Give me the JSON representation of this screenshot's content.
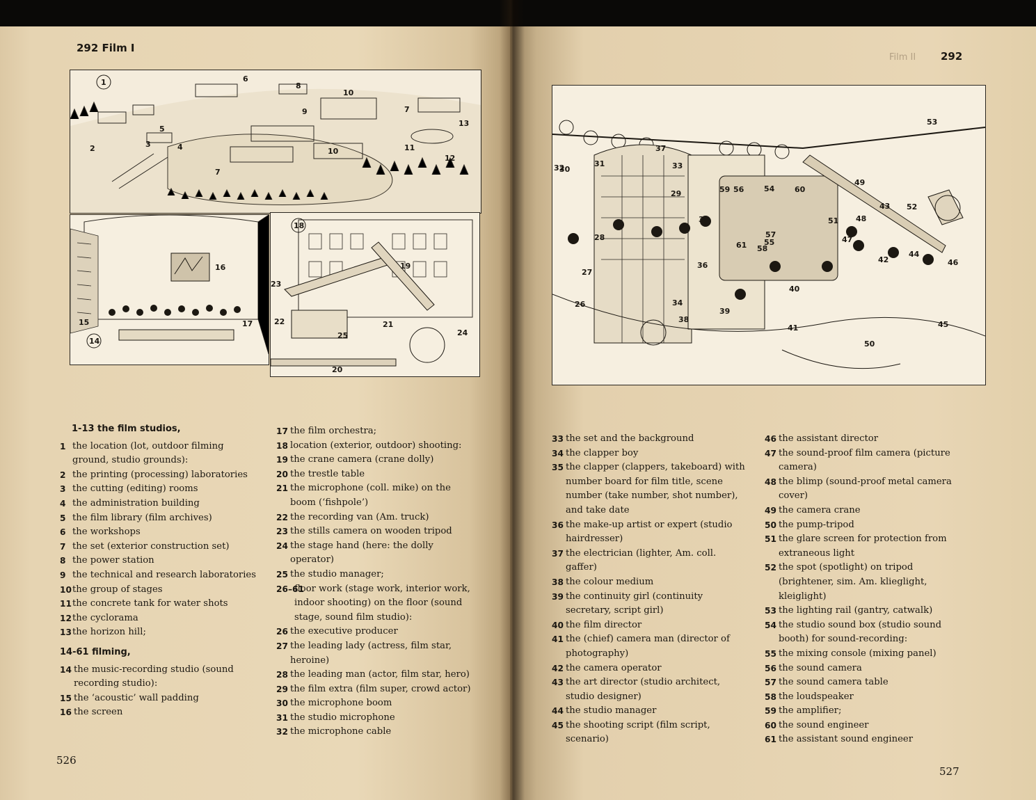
{
  "left_page": {
    "running_head": "292 Film I",
    "folio": "526",
    "callouts_top": [
      "1",
      "2",
      "3",
      "4",
      "5",
      "6",
      "7",
      "8",
      "9",
      "10",
      "10",
      "11",
      "12",
      "13",
      "7"
    ],
    "callouts_mid_left": [
      "14",
      "15",
      "16",
      "17"
    ],
    "callouts_mid_right": [
      "18",
      "19",
      "20",
      "21",
      "22",
      "23",
      "24",
      "25"
    ],
    "heading_1": "1-13 the film studios,",
    "heading_2": "14-61 filming,",
    "col1": [
      {
        "num": "1",
        "text": "the location (lot, outdoor filming ground, studio grounds):"
      },
      {
        "num": "2",
        "text": "the printing (processing) laboratories"
      },
      {
        "num": "3",
        "text": "the cutting (editing) rooms"
      },
      {
        "num": "4",
        "text": "the administration building"
      },
      {
        "num": "5",
        "text": "the film library (film archives)"
      },
      {
        "num": "6",
        "text": "the workshops"
      },
      {
        "num": "7",
        "text": "the set (exterior construction set)"
      },
      {
        "num": "8",
        "text": "the power station"
      },
      {
        "num": "9",
        "text": "the technical and research laboratories"
      },
      {
        "num": "10",
        "text": "the group of stages"
      },
      {
        "num": "11",
        "text": "the concrete tank for water shots"
      },
      {
        "num": "12",
        "text": "the cyclorama"
      },
      {
        "num": "13",
        "text": "the horizon hill;"
      }
    ],
    "col1b": [
      {
        "num": "14",
        "text": "the music-recording studio (sound recording studio):"
      },
      {
        "num": "15",
        "text": "the ‘acoustic’ wall padding"
      },
      {
        "num": "16",
        "text": "the screen"
      }
    ],
    "col2": [
      {
        "num": "17",
        "text": "the film orchestra;"
      },
      {
        "num": "18",
        "text": "location (exterior, outdoor) shooting:"
      },
      {
        "num": "19",
        "text": "the crane camera (crane dolly)"
      },
      {
        "num": "20",
        "text": "the trestle table"
      },
      {
        "num": "21",
        "text": "the microphone (coll. mike) on the boom (‘fishpole’)"
      },
      {
        "num": "22",
        "text": "the recording van (Am. truck)"
      },
      {
        "num": "23",
        "text": "the stills camera on wooden tripod"
      },
      {
        "num": "24",
        "text": "the stage hand (here: the dolly operator)"
      },
      {
        "num": "25",
        "text": "the studio manager;"
      },
      {
        "num": "26–61",
        "text": "floor work (stage work, interior work, indoor shooting) on the floor (sound stage, sound film studio):"
      },
      {
        "num": "26",
        "text": "the executive producer"
      },
      {
        "num": "27",
        "text": "the leading lady (actress, film star, heroine)"
      },
      {
        "num": "28",
        "text": "the leading man (actor, film star, hero)"
      },
      {
        "num": "29",
        "text": "the film extra (film super, crowd actor)"
      },
      {
        "num": "30",
        "text": "the microphone boom"
      },
      {
        "num": "31",
        "text": "the studio microphone"
      },
      {
        "num": "32",
        "text": "the microphone cable"
      }
    ]
  },
  "right_page": {
    "running_head": "292",
    "ghost_head": "Film II",
    "folio": "527",
    "callouts": [
      "26",
      "27",
      "28",
      "29",
      "30",
      "31",
      "32",
      "33",
      "34",
      "35",
      "36",
      "37",
      "38",
      "39",
      "40",
      "41",
      "42",
      "43",
      "44",
      "45",
      "46",
      "47",
      "48",
      "49",
      "50",
      "51",
      "52",
      "53",
      "54",
      "55",
      "56",
      "57",
      "58",
      "59",
      "60",
      "61"
    ],
    "col1": [
      {
        "num": "33",
        "text": "the set and the background"
      },
      {
        "num": "34",
        "text": "the clapper boy"
      },
      {
        "num": "35",
        "text": "the clapper (clappers, takeboard) with number board for film title, scene number (take number, shot number), and take date"
      },
      {
        "num": "36",
        "text": "the make-up artist or expert (studio hairdresser)"
      },
      {
        "num": "37",
        "text": "the electrician (lighter, Am. coll. gaffer)"
      },
      {
        "num": "38",
        "text": "the colour medium"
      },
      {
        "num": "39",
        "text": "the continuity girl (continuity secretary, script girl)"
      },
      {
        "num": "40",
        "text": "the film director"
      },
      {
        "num": "41",
        "text": "the (chief) camera man (director of photography)"
      },
      {
        "num": "42",
        "text": "the camera operator"
      },
      {
        "num": "43",
        "text": "the art director (studio architect, studio designer)"
      },
      {
        "num": "44",
        "text": "the studio manager"
      },
      {
        "num": "45",
        "text": "the shooting script (film script, scenario)"
      }
    ],
    "col2": [
      {
        "num": "46",
        "text": "the assistant director"
      },
      {
        "num": "47",
        "text": "the sound-proof film camera (picture camera)"
      },
      {
        "num": "48",
        "text": "the blimp (sound-proof metal camera cover)"
      },
      {
        "num": "49",
        "text": "the camera crane"
      },
      {
        "num": "50",
        "text": "the pump-tripod"
      },
      {
        "num": "51",
        "text": "the glare screen for protection from extraneous light"
      },
      {
        "num": "52",
        "text": "the spot (spotlight) on tripod (brightener, sim. Am. klieglight, kleiglight)"
      },
      {
        "num": "53",
        "text": "the lighting rail (gantry, catwalk)"
      },
      {
        "num": "54",
        "text": "the studio sound box (studio sound booth) for sound-recording:"
      },
      {
        "num": "55",
        "text": "the mixing console (mixing panel)"
      },
      {
        "num": "56",
        "text": "the sound camera"
      },
      {
        "num": "57",
        "text": "the sound camera table"
      },
      {
        "num": "58",
        "text": "the loudspeaker"
      },
      {
        "num": "59",
        "text": "the amplifier;"
      },
      {
        "num": "60",
        "text": "the sound engineer"
      },
      {
        "num": "61",
        "text": "the assistant sound engineer"
      }
    ]
  },
  "colors": {
    "paper": "#e8d6b5",
    "ink": "#1c1812",
    "ghost": "#8a7050"
  }
}
